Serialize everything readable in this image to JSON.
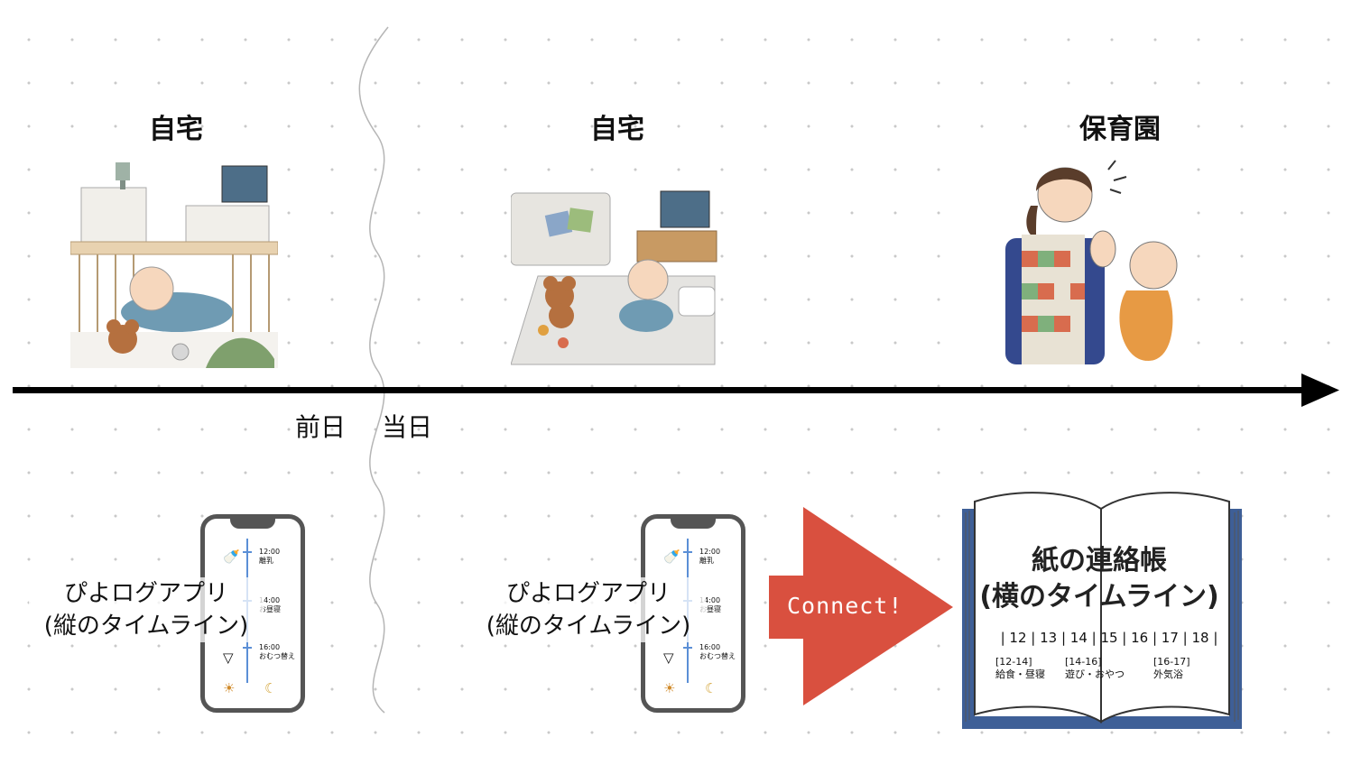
{
  "places": {
    "home_prev": "自宅",
    "home_today": "自宅",
    "nursery": "保育園"
  },
  "timeline": {
    "prev_day": "前日",
    "today": "当日"
  },
  "apps": {
    "left": {
      "line1": "ぴよログアプリ",
      "line2": "(縦のタイムライン)"
    },
    "right": {
      "line1": "ぴよログアプリ",
      "line2": "(縦のタイムライン)"
    }
  },
  "phone": {
    "entries": [
      {
        "time": "12:00",
        "label": "離乳",
        "icon": "bottle-icon"
      },
      {
        "time": "14:00",
        "label": "お昼寝",
        "icon": "sleep-icon"
      },
      {
        "time": "16:00",
        "label": "おむつ替え",
        "icon": "diaper-icon"
      }
    ],
    "bottom_icons": [
      "sun-icon",
      "moon-icon"
    ]
  },
  "connect": {
    "label": "Connect!",
    "color": "#d9503f"
  },
  "book": {
    "title_line1": "紙の連絡帳",
    "title_line2": "(横のタイムライン)",
    "hours": "| 12 | 13 | 14 | 15 | 16 | 17 | 18 |",
    "schedule": [
      {
        "range": "[12-14]",
        "activity": "給食・昼寝"
      },
      {
        "range": "[14-16]",
        "activity": "遊び・おやつ"
      },
      {
        "range": "[16-17]",
        "activity": "外気浴"
      }
    ]
  }
}
